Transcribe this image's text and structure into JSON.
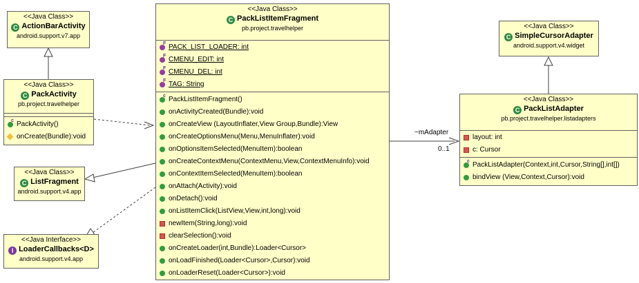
{
  "classes": {
    "action_bar_activity": {
      "stereotype": "<<Java Class>>",
      "name": "ActionBarActivity",
      "package": "android.support.v7.app"
    },
    "pack_activity": {
      "stereotype": "<<Java Class>>",
      "name": "PackActivity",
      "package": "pb.project.travelhelper",
      "methods": [
        "PackActivity()",
        "onCreate(Bundle):void"
      ]
    },
    "list_fragment": {
      "stereotype": "<<Java Class>>",
      "name": "ListFragment",
      "package": "android.support.v4.app"
    },
    "loader_callbacks": {
      "stereotype": "<<Java Interface>>",
      "name": "LoaderCallbacks<D>",
      "package": "android.support.v4.app"
    },
    "pack_list_item_fragment": {
      "stereotype": "<<Java Class>>",
      "name": "PackListItemFragment",
      "package": "pb.project.travelhelper",
      "fields": [
        "PACK_LIST_LOADER: int",
        "CMENU_EDIT: int",
        "CMENU_DEL: int",
        "TAG: String"
      ],
      "methods": [
        "PackListItemFragment()",
        "onActivityCreated(Bundle):void",
        "onCreateView (LayoutInflater,View Group,Bundle):View",
        "onCreateOptionsMenu(Menu,MenuInflater):void",
        "onOptionsItemSelected(MenuItem):boolean",
        "onCreateContextMenu(ContextMenu,View,ContextMenuInfo):void",
        "onContextItemSelected(MenuItem):boolean",
        "onAttach(Activity):void",
        "onDetach():void",
        "onListItemClick(ListView,View,int,long):void",
        "newItem(String,long):void",
        "clearSelection():void",
        "onCreateLoader(int,Bundle):Loader<Cursor>",
        "onLoadFinished(Loader<Cursor>,Cursor):void",
        "onLoaderReset(Loader<Cursor>):void"
      ]
    },
    "simple_cursor_adapter": {
      "stereotype": "<<Java Class>>",
      "name": "SimpleCursorAdapter",
      "package": "android.support.v4.widget"
    },
    "pack_list_adapter": {
      "stereotype": "<<Java Class>>",
      "name": "PackListAdapter",
      "package": "pb.project.travelhelper.listadapters",
      "fields": [
        "layout: int",
        "c: Cursor"
      ],
      "methods": [
        "PackListAdapter(Context,int,Cursor,String[],int[])",
        "bindView (View,Context,Cursor):void"
      ]
    }
  },
  "association": {
    "role": "~mAdapter",
    "multiplicity": "0..1"
  },
  "colors": {
    "class_fill": "#ffffc8",
    "border": "#606060",
    "class_icon": "#2e8b3f",
    "interface_icon": "#7a3aa0"
  }
}
